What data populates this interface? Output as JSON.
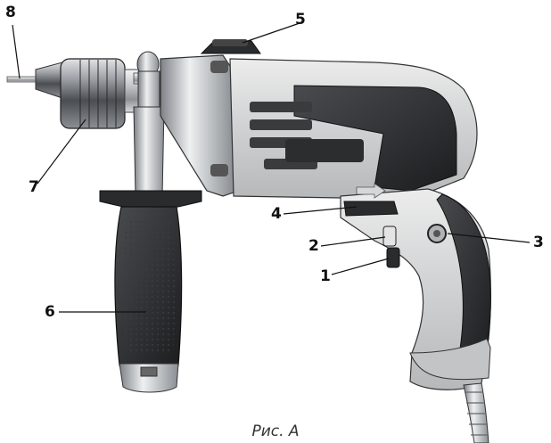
{
  "figure": {
    "caption": "Рис. А",
    "callouts": [
      {
        "id": "1",
        "label": "1"
      },
      {
        "id": "2",
        "label": "2"
      },
      {
        "id": "3",
        "label": "3"
      },
      {
        "id": "4",
        "label": "4"
      },
      {
        "id": "5",
        "label": "5"
      },
      {
        "id": "6",
        "label": "6"
      },
      {
        "id": "7",
        "label": "7"
      },
      {
        "id": "8",
        "label": "8"
      }
    ]
  },
  "colors": {
    "body_light": "#d9dadb",
    "body_dark": "#2e2f31",
    "metal": "#b9bcc0",
    "rubber": "#1f2022"
  }
}
